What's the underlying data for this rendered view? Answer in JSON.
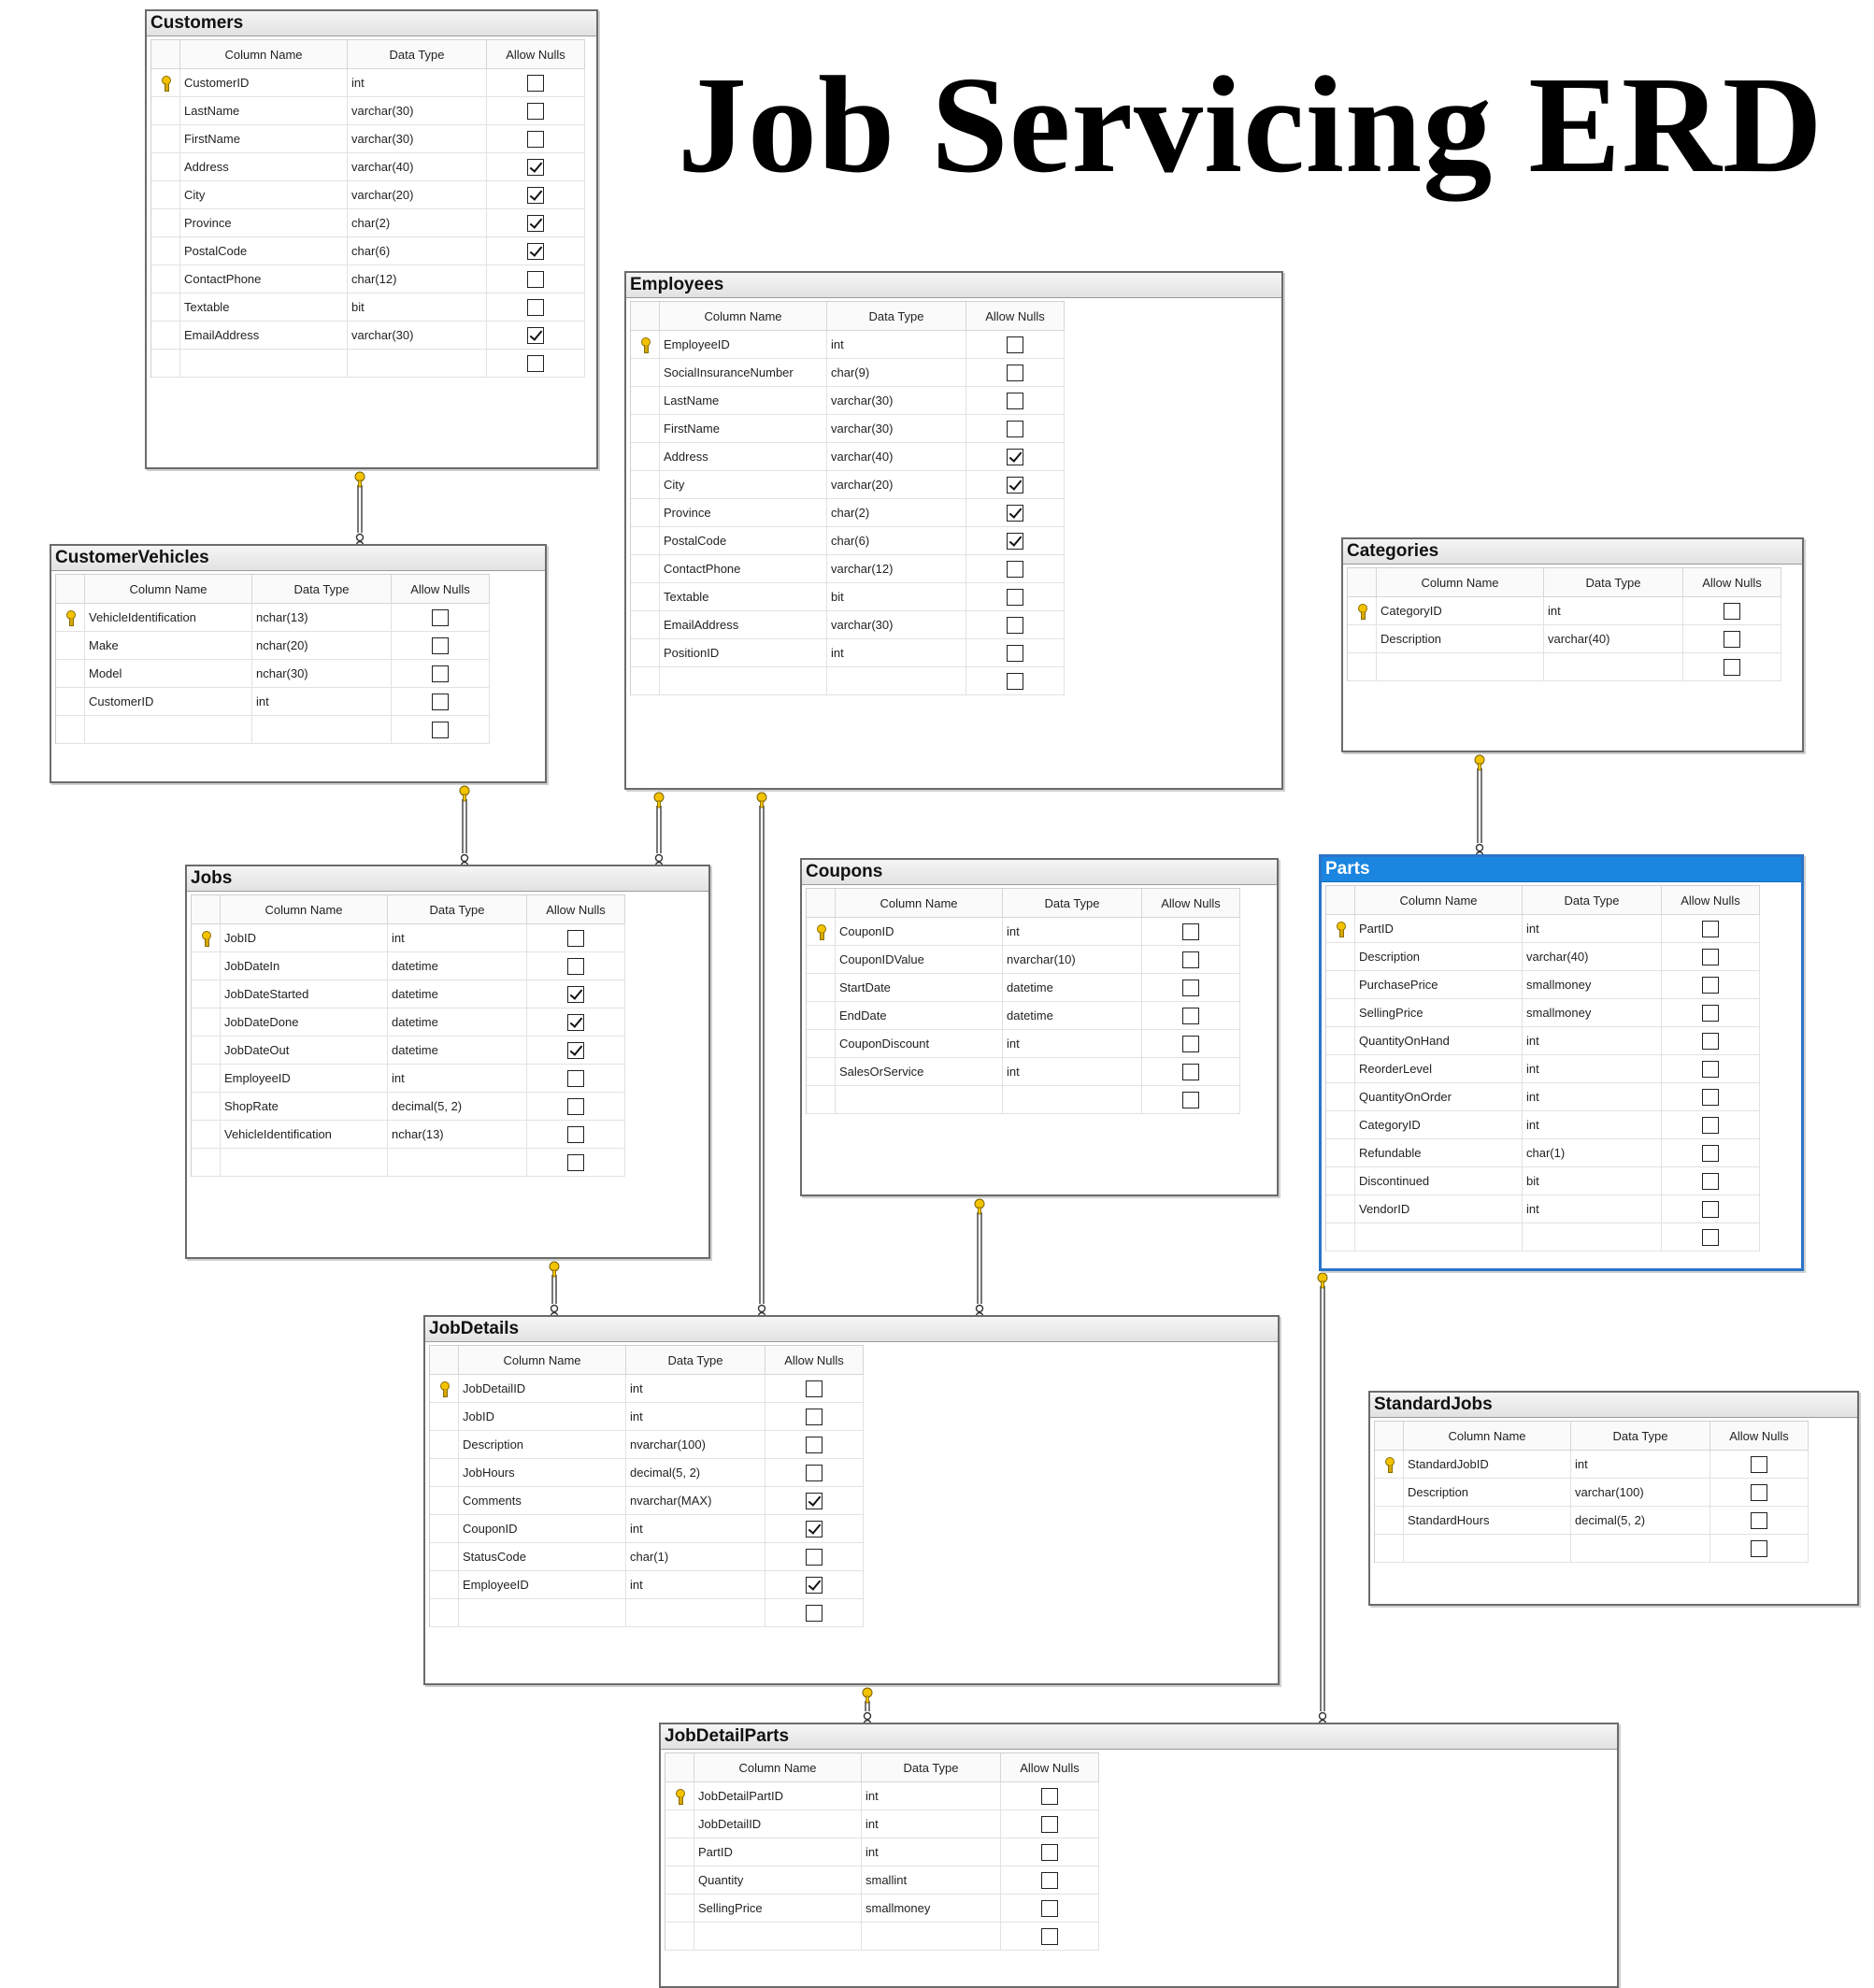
{
  "diagram_title": "Job Servicing ERD",
  "headers": {
    "column_name": "Column Name",
    "data_type": "Data Type",
    "allow_nulls": "Allow Nulls"
  },
  "tables": [
    {
      "id": "customers",
      "name": "Customers",
      "selected": false,
      "columns": [
        {
          "name": "CustomerID",
          "type": "int",
          "nulls": false,
          "pk": true
        },
        {
          "name": "LastName",
          "type": "varchar(30)",
          "nulls": false
        },
        {
          "name": "FirstName",
          "type": "varchar(30)",
          "nulls": false
        },
        {
          "name": "Address",
          "type": "varchar(40)",
          "nulls": true
        },
        {
          "name": "City",
          "type": "varchar(20)",
          "nulls": true
        },
        {
          "name": "Province",
          "type": "char(2)",
          "nulls": true
        },
        {
          "name": "PostalCode",
          "type": "char(6)",
          "nulls": true
        },
        {
          "name": "ContactPhone",
          "type": "char(12)",
          "nulls": false
        },
        {
          "name": "Textable",
          "type": "bit",
          "nulls": false
        },
        {
          "name": "EmailAddress",
          "type": "varchar(30)",
          "nulls": true
        }
      ]
    },
    {
      "id": "employees",
      "name": "Employees",
      "selected": false,
      "columns": [
        {
          "name": "EmployeeID",
          "type": "int",
          "nulls": false,
          "pk": true
        },
        {
          "name": "SocialInsuranceNumber",
          "type": "char(9)",
          "nulls": false
        },
        {
          "name": "LastName",
          "type": "varchar(30)",
          "nulls": false
        },
        {
          "name": "FirstName",
          "type": "varchar(30)",
          "nulls": false
        },
        {
          "name": "Address",
          "type": "varchar(40)",
          "nulls": true
        },
        {
          "name": "City",
          "type": "varchar(20)",
          "nulls": true
        },
        {
          "name": "Province",
          "type": "char(2)",
          "nulls": true
        },
        {
          "name": "PostalCode",
          "type": "char(6)",
          "nulls": true
        },
        {
          "name": "ContactPhone",
          "type": "varchar(12)",
          "nulls": false
        },
        {
          "name": "Textable",
          "type": "bit",
          "nulls": false
        },
        {
          "name": "EmailAddress",
          "type": "varchar(30)",
          "nulls": false
        },
        {
          "name": "PositionID",
          "type": "int",
          "nulls": false
        }
      ]
    },
    {
      "id": "customervehicles",
      "name": "CustomerVehicles",
      "selected": false,
      "columns": [
        {
          "name": "VehicleIdentification",
          "type": "nchar(13)",
          "nulls": false,
          "pk": true
        },
        {
          "name": "Make",
          "type": "nchar(20)",
          "nulls": false
        },
        {
          "name": "Model",
          "type": "nchar(30)",
          "nulls": false
        },
        {
          "name": "CustomerID",
          "type": "int",
          "nulls": false
        }
      ]
    },
    {
      "id": "categories",
      "name": "Categories",
      "selected": false,
      "columns": [
        {
          "name": "CategoryID",
          "type": "int",
          "nulls": false,
          "pk": true
        },
        {
          "name": "Description",
          "type": "varchar(40)",
          "nulls": false
        }
      ]
    },
    {
      "id": "jobs",
      "name": "Jobs",
      "selected": false,
      "columns": [
        {
          "name": "JobID",
          "type": "int",
          "nulls": false,
          "pk": true
        },
        {
          "name": "JobDateIn",
          "type": "datetime",
          "nulls": false
        },
        {
          "name": "JobDateStarted",
          "type": "datetime",
          "nulls": true
        },
        {
          "name": "JobDateDone",
          "type": "datetime",
          "nulls": true
        },
        {
          "name": "JobDateOut",
          "type": "datetime",
          "nulls": true
        },
        {
          "name": "EmployeeID",
          "type": "int",
          "nulls": false
        },
        {
          "name": "ShopRate",
          "type": "decimal(5, 2)",
          "nulls": false
        },
        {
          "name": "VehicleIdentification",
          "type": "nchar(13)",
          "nulls": false
        }
      ]
    },
    {
      "id": "coupons",
      "name": "Coupons",
      "selected": false,
      "columns": [
        {
          "name": "CouponID",
          "type": "int",
          "nulls": false,
          "pk": true
        },
        {
          "name": "CouponIDValue",
          "type": "nvarchar(10)",
          "nulls": false
        },
        {
          "name": "StartDate",
          "type": "datetime",
          "nulls": false
        },
        {
          "name": "EndDate",
          "type": "datetime",
          "nulls": false
        },
        {
          "name": "CouponDiscount",
          "type": "int",
          "nulls": false
        },
        {
          "name": "SalesOrService",
          "type": "int",
          "nulls": false
        }
      ]
    },
    {
      "id": "parts",
      "name": "Parts",
      "selected": true,
      "columns": [
        {
          "name": "PartID",
          "type": "int",
          "nulls": false,
          "pk": true
        },
        {
          "name": "Description",
          "type": "varchar(40)",
          "nulls": false
        },
        {
          "name": "PurchasePrice",
          "type": "smallmoney",
          "nulls": false
        },
        {
          "name": "SellingPrice",
          "type": "smallmoney",
          "nulls": false
        },
        {
          "name": "QuantityOnHand",
          "type": "int",
          "nulls": false
        },
        {
          "name": "ReorderLevel",
          "type": "int",
          "nulls": false
        },
        {
          "name": "QuantityOnOrder",
          "type": "int",
          "nulls": false
        },
        {
          "name": "CategoryID",
          "type": "int",
          "nulls": false
        },
        {
          "name": "Refundable",
          "type": "char(1)",
          "nulls": false
        },
        {
          "name": "Discontinued",
          "type": "bit",
          "nulls": false
        },
        {
          "name": "VendorID",
          "type": "int",
          "nulls": false
        }
      ]
    },
    {
      "id": "jobdetails",
      "name": "JobDetails",
      "selected": false,
      "columns": [
        {
          "name": "JobDetailID",
          "type": "int",
          "nulls": false,
          "pk": true
        },
        {
          "name": "JobID",
          "type": "int",
          "nulls": false
        },
        {
          "name": "Description",
          "type": "nvarchar(100)",
          "nulls": false
        },
        {
          "name": "JobHours",
          "type": "decimal(5, 2)",
          "nulls": false
        },
        {
          "name": "Comments",
          "type": "nvarchar(MAX)",
          "nulls": true
        },
        {
          "name": "CouponID",
          "type": "int",
          "nulls": true
        },
        {
          "name": "StatusCode",
          "type": "char(1)",
          "nulls": false
        },
        {
          "name": "EmployeeID",
          "type": "int",
          "nulls": true
        }
      ]
    },
    {
      "id": "standardjobs",
      "name": "StandardJobs",
      "selected": false,
      "columns": [
        {
          "name": "StandardJobID",
          "type": "int",
          "nulls": false,
          "pk": true
        },
        {
          "name": "Description",
          "type": "varchar(100)",
          "nulls": false
        },
        {
          "name": "StandardHours",
          "type": "decimal(5, 2)",
          "nulls": false
        }
      ]
    },
    {
      "id": "jobdetailparts",
      "name": "JobDetailParts",
      "selected": false,
      "columns": [
        {
          "name": "JobDetailPartID",
          "type": "int",
          "nulls": false,
          "pk": true
        },
        {
          "name": "JobDetailID",
          "type": "int",
          "nulls": false
        },
        {
          "name": "PartID",
          "type": "int",
          "nulls": false
        },
        {
          "name": "Quantity",
          "type": "smallint",
          "nulls": false
        },
        {
          "name": "SellingPrice",
          "type": "smallmoney",
          "nulls": false
        }
      ]
    }
  ],
  "relationships": [
    {
      "from": "customervehicles",
      "to": "customers"
    },
    {
      "from": "jobs",
      "to": "customervehicles"
    },
    {
      "from": "jobs",
      "to": "employees"
    },
    {
      "from": "jobdetails",
      "to": "employees"
    },
    {
      "from": "parts",
      "to": "categories"
    },
    {
      "from": "jobdetails",
      "to": "jobs"
    },
    {
      "from": "jobdetails",
      "to": "coupons"
    },
    {
      "from": "jobdetailparts",
      "to": "jobdetails"
    },
    {
      "from": "jobdetailparts",
      "to": "parts"
    }
  ],
  "colors": {
    "selected_border": "#2b74c7",
    "selected_title": "#1a86e0",
    "key": "#f3c300"
  }
}
